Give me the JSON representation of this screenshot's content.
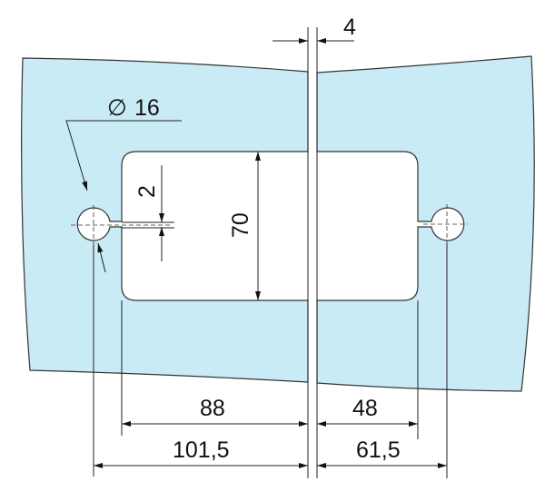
{
  "drawing": {
    "colors": {
      "glass": "#c9ebf5",
      "line": "#222222"
    },
    "dimensions": {
      "gap": "4",
      "hole_diameter": "16",
      "diameter_symbol": "∅",
      "slot_width": "2",
      "cutout_height": "70",
      "left_inner": "88",
      "left_outer": "101,5",
      "right_inner": "48",
      "right_outer": "61,5"
    }
  }
}
